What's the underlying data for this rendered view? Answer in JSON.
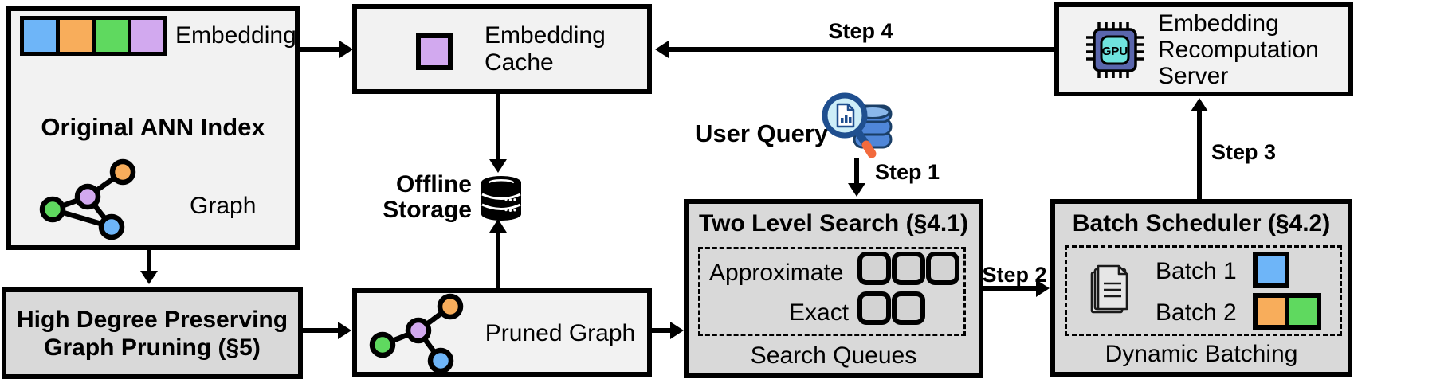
{
  "boxes": {
    "original_ann_index": {
      "title": "Original ANN Index",
      "embedding_label": "Embedding",
      "graph_label": "Graph",
      "embedding_colors": [
        "#6eb5f8",
        "#f8ad5b",
        "#5fd95f",
        "#d2a9ef"
      ]
    },
    "graph_pruning": {
      "line1": "High Degree Preserving",
      "line2": "Graph Pruning (§5)"
    },
    "embedding_cache": {
      "line1": "Embedding",
      "line2": "Cache",
      "swatch_colors": [
        "#d2a9ef"
      ]
    },
    "offline_storage": {
      "line1": "Offline",
      "line2": "Storage",
      "icon": "database-icon"
    },
    "pruned_graph": {
      "label": "Pruned Graph"
    },
    "user_query": {
      "label": "User Query",
      "icon": "magnifier-database-icon"
    },
    "two_level_search": {
      "title": "Two Level Search (§4.1)",
      "approximate_label": "Approximate",
      "exact_label": "Exact",
      "footer": "Search Queues",
      "approximate_queue_count": 3,
      "exact_queue_count": 2
    },
    "batch_scheduler": {
      "title": "Batch Scheduler (§4.2)",
      "batch1_label": "Batch 1",
      "batch2_label": "Batch 2",
      "footer": "Dynamic Batching",
      "icon": "documents-icon",
      "batch1_colors": [
        "#6eb5f8"
      ],
      "batch2_colors": [
        "#f8ad5b",
        "#5fd95f"
      ]
    },
    "recomputation_server": {
      "line1": "Embedding",
      "line2": "Recomputation",
      "line3": "Server",
      "chip_label": "GPU",
      "icon": "gpu-chip-icon"
    }
  },
  "arrows": {
    "step1": "Step 1",
    "step2": "Step 2",
    "step3": "Step 3",
    "step4": "Step 4"
  },
  "colors": {
    "blue": "#6eb5f8",
    "orange": "#f8ad5b",
    "green": "#5fd95f",
    "purple": "#d2a9ef",
    "light-box-bg": "#f2f2f2",
    "gray-box-bg": "#d9d9d9",
    "queue-fill": "#d3d3d3",
    "gpu-chip": "#5a66ad",
    "gpu-core": "#6fe3de",
    "db-blue": "#4f86d8",
    "db-blue-light": "#8ab7ea",
    "db-outline": "#1a3e66",
    "lens-fill": "#cdeef8",
    "lens-rim": "#1f4f8f",
    "handle-tip": "#f26a3d",
    "outline": "#000000"
  }
}
